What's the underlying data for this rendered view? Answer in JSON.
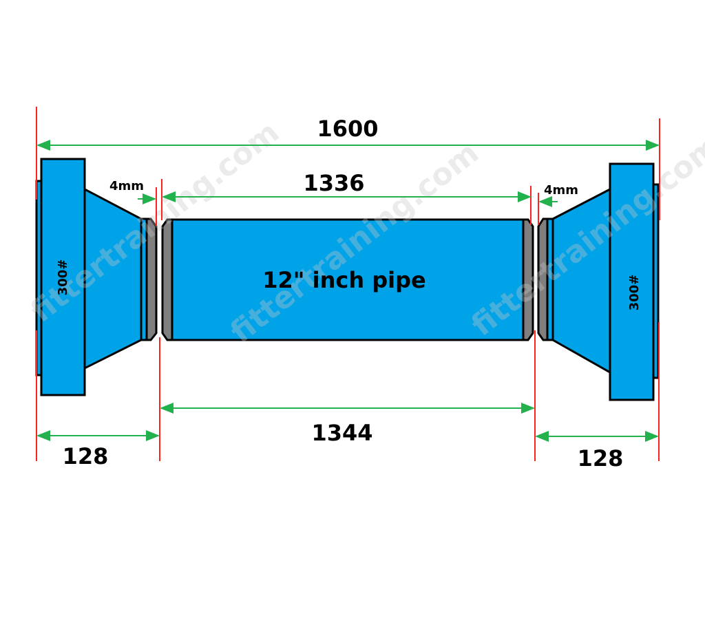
{
  "diagram": {
    "dimensions": {
      "overall": "1600",
      "pipe_cut_length": "1336",
      "flange_face_gap": "1344",
      "left_flange": "128",
      "right_flange": "128",
      "left_gap": "4mm",
      "right_gap": "4mm"
    },
    "pipe_label": "12\" inch pipe",
    "left_flange_rating": "300#",
    "right_flange_rating": "300#",
    "watermark": "fittertraining.com",
    "colors": {
      "part": "#00a2e8",
      "bevel": "#7f7f7f",
      "extension_line": "#ff2020",
      "dimension_line": "#22b14c"
    }
  }
}
